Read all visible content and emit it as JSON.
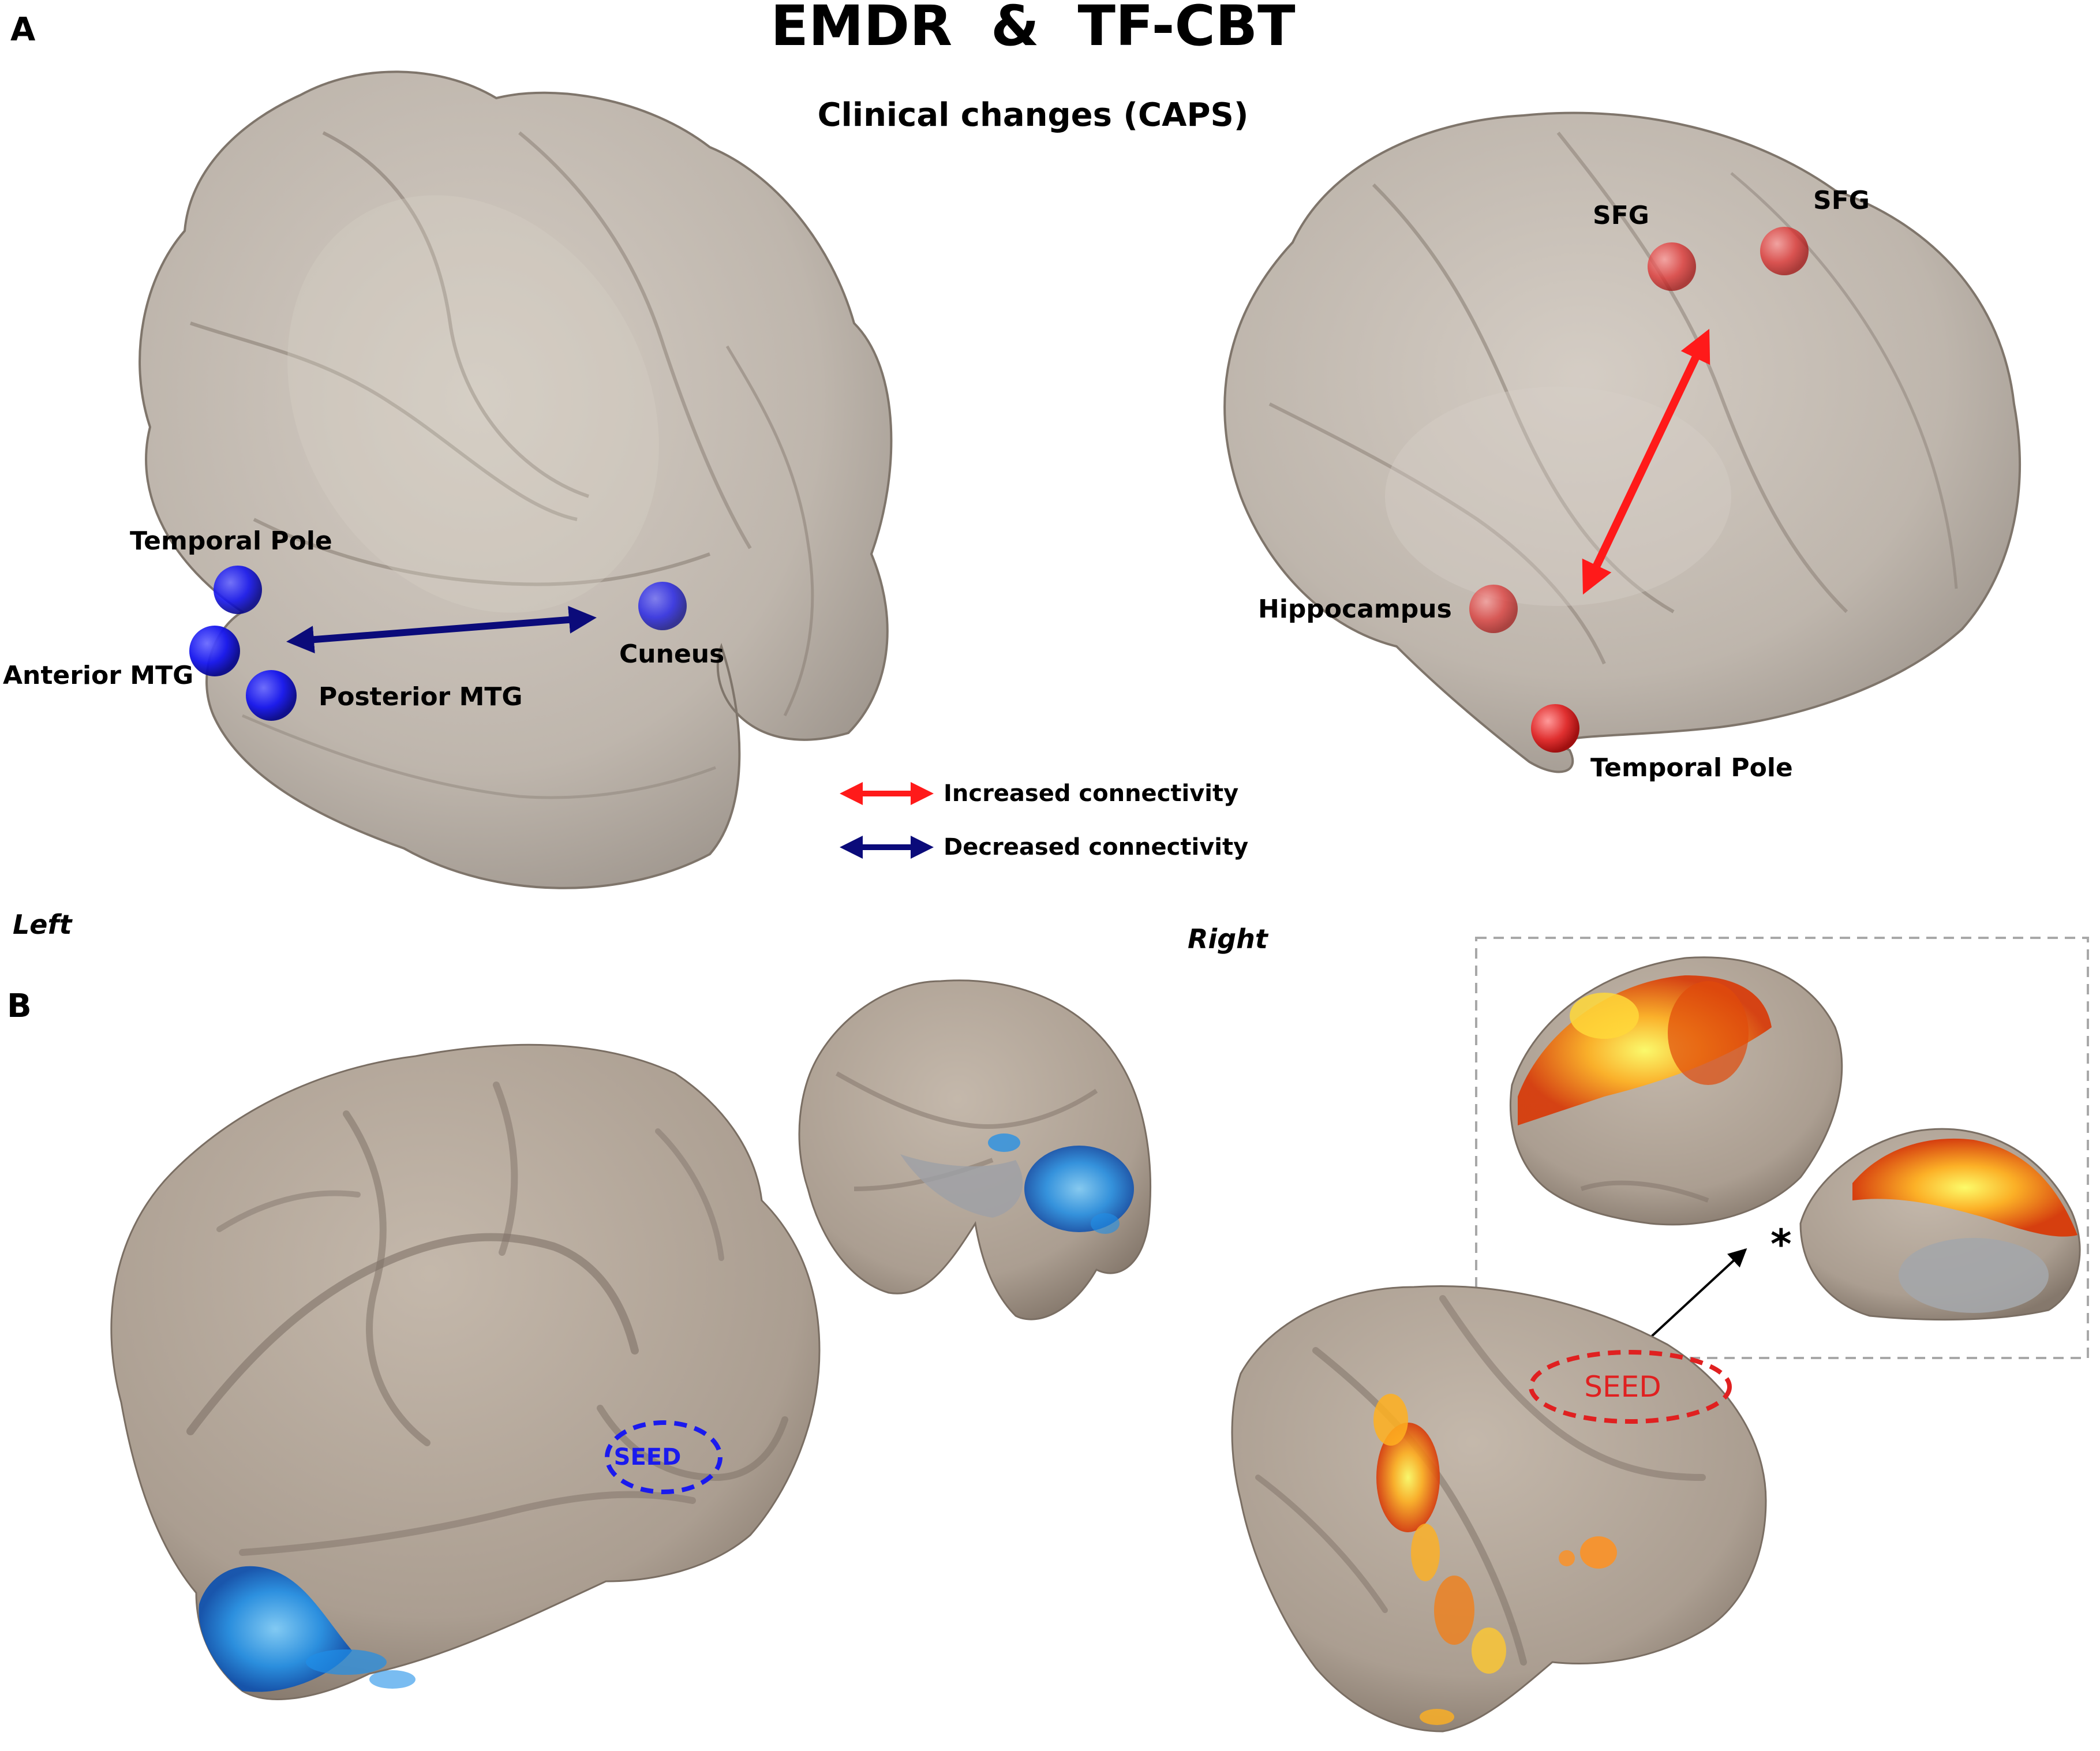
{
  "panel_a": {
    "letter": "A",
    "title": "EMDR  &  TF-CBT",
    "subtitle": "Clinical changes (CAPS)",
    "left_labels": {
      "temporal_pole": "Temporal Pole",
      "anterior_mtg": "Anterior MTG",
      "posterior_mtg": "Posterior MTG",
      "cuneus": "Cuneus"
    },
    "right_labels": {
      "sfg_1": "SFG",
      "sfg_2": "SFG",
      "hippocampus": "Hippocampus",
      "temporal_pole": "Temporal Pole"
    },
    "legend": {
      "increased": "Increased connectivity",
      "decreased": "Decreased connectivity"
    },
    "colors": {
      "increased": "#ff1a1a",
      "decreased": "#0b0b7a",
      "node_blue": "#1a1aff",
      "node_red": "#e82a2a",
      "brain": "#b8aea3"
    }
  },
  "panel_b": {
    "letter": "B",
    "left_side": "Left",
    "right_side": "Right",
    "seed_left": "SEED",
    "seed_right": "SEED",
    "asterisk": "*",
    "colors": {
      "seed_left": "#1a1aee",
      "seed_right": "#e02020",
      "activation_blue": "#1e8fe0",
      "activation_hot": "#e85a10"
    }
  }
}
